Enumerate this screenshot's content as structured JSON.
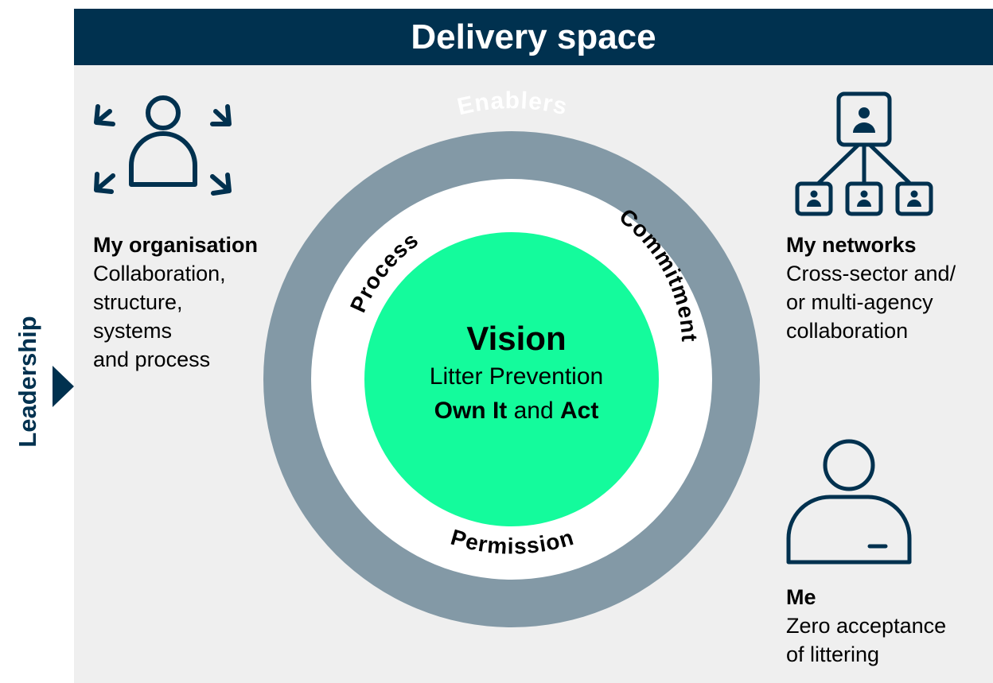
{
  "header": {
    "title": "Delivery space"
  },
  "leadership": {
    "label": "Leadership"
  },
  "rings": {
    "outer_label": "Enablers",
    "ring_labels": {
      "left": "Process",
      "right": "Commitment",
      "bottom": "Permission"
    },
    "center": {
      "title": "Vision",
      "line2": "Litter Prevention",
      "line3_part1": "Own It",
      "line3_part2": " and ",
      "line3_part3": "Act"
    }
  },
  "blocks": {
    "organisation": {
      "heading": "My organisation",
      "lines": [
        "Collaboration,",
        "structure,",
        "systems",
        "and process"
      ]
    },
    "networks": {
      "heading": "My networks",
      "lines": [
        "Cross-sector and/",
        "or multi-agency",
        "collaboration"
      ]
    },
    "me": {
      "heading": "Me",
      "lines": [
        "Zero acceptance",
        "of littering"
      ]
    }
  },
  "colors": {
    "navy": "#00314f",
    "panel": "#efefef",
    "outer_ring": "#8399a6",
    "inner_ring": "#ffffff",
    "center": "#14fb9c"
  },
  "icons": [
    "person-arrows-icon",
    "org-chart-icon",
    "person-icon"
  ]
}
